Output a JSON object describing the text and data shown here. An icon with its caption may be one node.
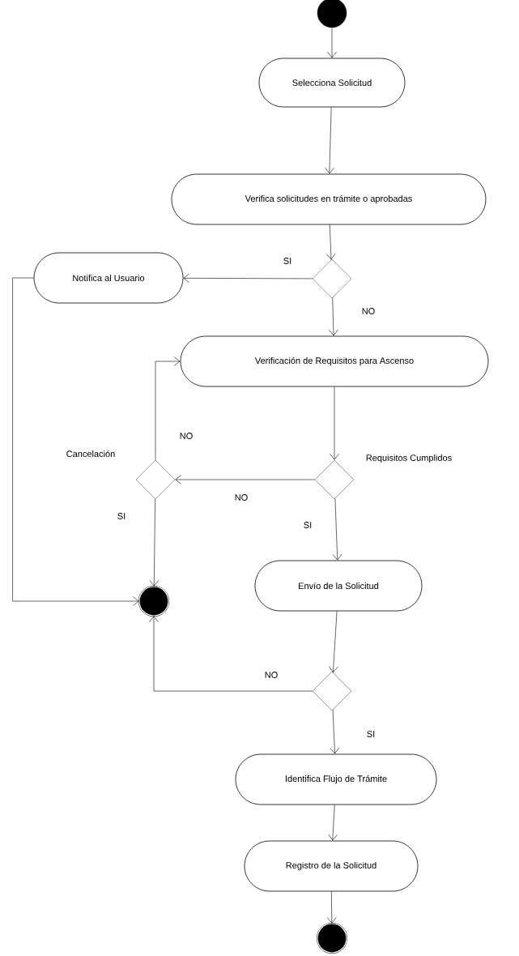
{
  "diagram": {
    "nodes": [
      {
        "text": [],
        "shape": "circle"
      },
      {
        "text": [
          "Selecciona Solicitud"
        ]
      },
      {
        "text": [
          "Verifica solicitudes en trámite o aprobadas"
        ]
      },
      {
        "text": [],
        "shape": "diamond"
      },
      {
        "text": [
          "Notifica al Usuario"
        ]
      },
      {
        "text": [
          "Verificación de Requisitos para Ascenso"
        ]
      },
      {
        "text": [],
        "shape": "diamond",
        "beside": [
          "Requisitos Cumplidos"
        ]
      },
      {
        "text": [],
        "shape": "diamond",
        "beside": [
          "Cancelación"
        ]
      },
      {
        "text": [],
        "shape": "bullseye"
      },
      {
        "text": [
          "Envío de la Solicitud"
        ]
      },
      {
        "text": [],
        "shape": "diamond"
      },
      {
        "text": [
          "Identifica Flujo de Trámite"
        ]
      },
      {
        "text": [
          "Registro de la Solicitud"
        ]
      },
      {
        "text": [],
        "shape": "bullseye"
      }
    ],
    "edges": [
      {
        "from": 0,
        "to": 1,
        "arrow": "to"
      },
      {
        "from": 1,
        "to": 2,
        "arrow": "to"
      },
      {
        "from": 2,
        "to": 3,
        "arrow": "to"
      },
      {
        "from": 3,
        "to": 4,
        "arrow": "to",
        "label": "SI"
      },
      {
        "from": 3,
        "to": 5,
        "arrow": "to",
        "label": "NO"
      },
      {
        "from": 4,
        "to": 8,
        "arrow": "to"
      },
      {
        "from": 5,
        "to": 6,
        "arrow": "to"
      },
      {
        "from": 6,
        "to": 7,
        "arrow": "to",
        "label": "NO"
      },
      {
        "from": 6,
        "to": 9,
        "arrow": "to",
        "label": "SI"
      },
      {
        "from": 7,
        "to": 5,
        "arrow": "to",
        "label": "NO"
      },
      {
        "from": 7,
        "to": 8,
        "arrow": "to",
        "label": "SI"
      },
      {
        "from": 9,
        "to": 10,
        "arrow": "to"
      },
      {
        "from": 10,
        "to": 8,
        "arrow": "to",
        "label": "NO"
      },
      {
        "from": 10,
        "to": 11,
        "arrow": "to",
        "label": "SI"
      },
      {
        "from": 11,
        "to": 12,
        "arrow": "to"
      },
      {
        "from": 12,
        "to": 13,
        "arrow": "to"
      }
    ]
  }
}
